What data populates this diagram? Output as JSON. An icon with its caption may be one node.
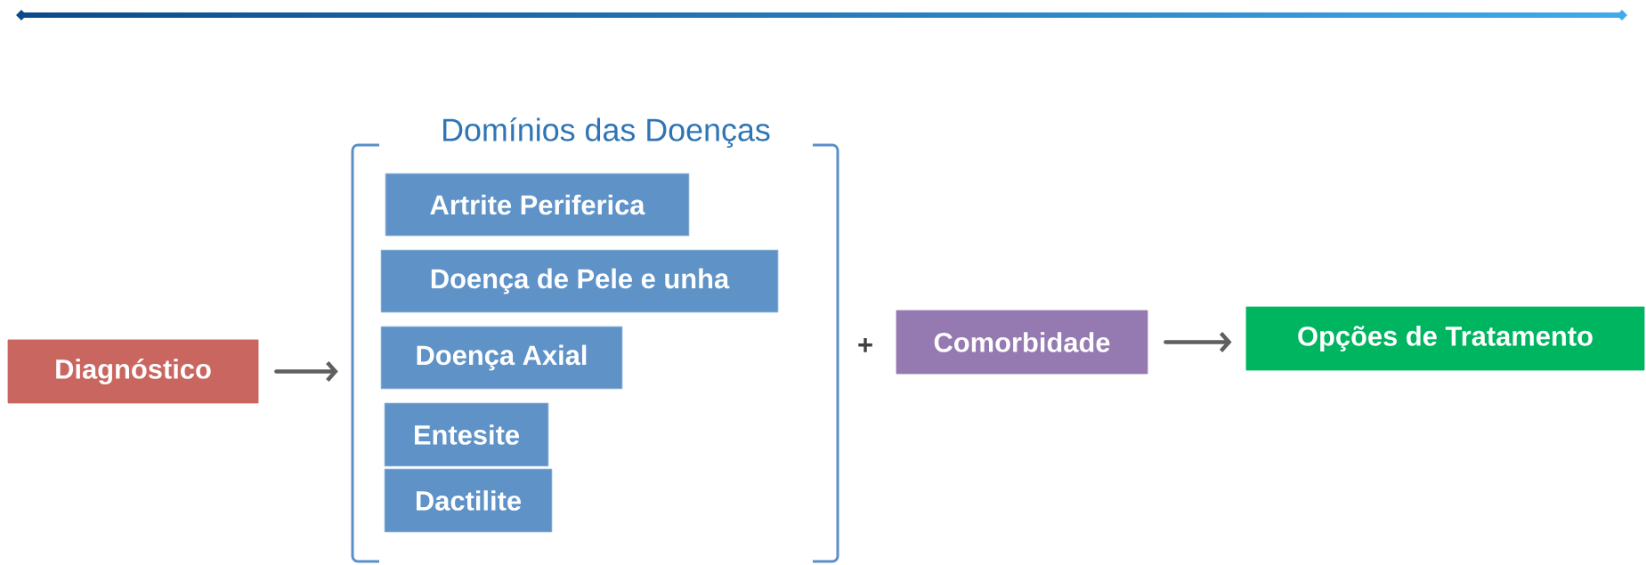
{
  "diagram": {
    "nodes": [
      {
        "text": [
          "Diagnóstico"
        ]
      },
      {
        "text": [
          "Domínios das Doenças"
        ]
      },
      {
        "text": [
          "Artrite Periferica"
        ],
        "in": 1
      },
      {
        "text": [
          "Doença de Pele e unha"
        ],
        "in": 1
      },
      {
        "text": [
          "Doença Axial"
        ],
        "in": 1
      },
      {
        "text": [
          "Entesite"
        ],
        "in": 1
      },
      {
        "text": [
          "Dactilite"
        ],
        "in": 1
      },
      {
        "text": [
          "Comorbidade"
        ]
      },
      {
        "text": [
          "Opções de Tratamento"
        ]
      }
    ],
    "edges": [
      {
        "from": 0,
        "to": 1,
        "arrow": "to"
      },
      {
        "from": 7,
        "to": 8,
        "arrow": "to"
      }
    ],
    "labels": [
      "+"
    ]
  }
}
